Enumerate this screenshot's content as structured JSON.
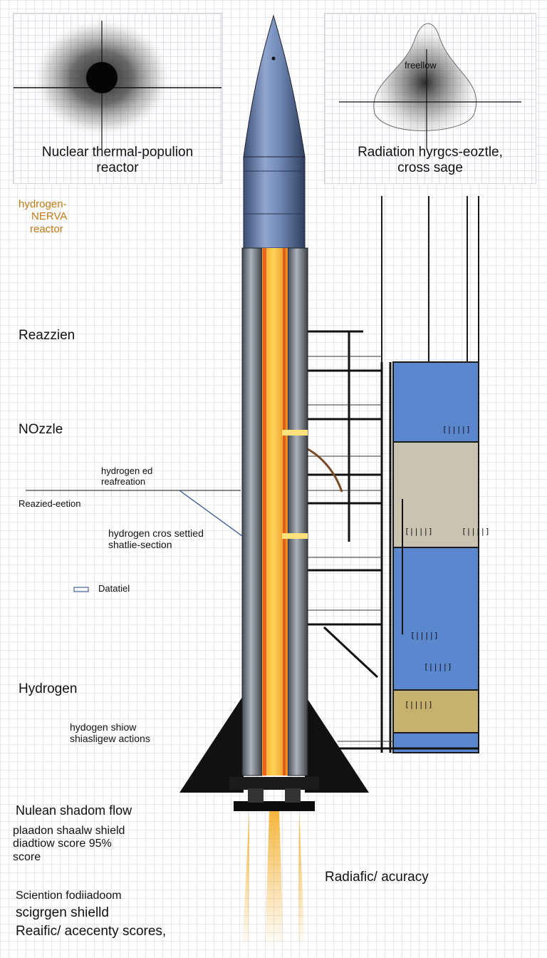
{
  "panels": {
    "reactor": {
      "caption_line1": "Nuclear thermal-populion",
      "caption_line2": "reactor"
    },
    "radiation": {
      "inner_label": "freellow",
      "caption_line1": "Radiation hyrgcs-eoztle,",
      "caption_line2": "cross sage"
    }
  },
  "labels": {
    "nerva_line1": "hydrogen-",
    "nerva_line2": "NERVA",
    "nerva_line3": "reactor",
    "reazzien": "Reazzien",
    "nozzle": "NOzzle",
    "hydrogened_line1": "hydrogen ed",
    "hydrogened_line2": "reafreation",
    "reazied_section": "Reazied-eetion",
    "cros_line1": "hydrogen cros settied",
    "cros_line2": "shatlie-section",
    "datatiel": "Datatiel",
    "hydrogen": "Hydrogen",
    "shiow_line1": "hydogen shiow",
    "shiow_line2": "shiasligew actions"
  },
  "footer": {
    "shadow_title": "Nulean shadom flow",
    "shadow_line1": "plaadon shaalw shield",
    "shadow_line2": "diadtiow score 95%",
    "shadow_line3": "score",
    "science_line1": "Sciention fodiiadoom",
    "science_line2": "scigrgen shielld",
    "science_line3": "Reaific/ acecenty scores,",
    "accuracy": "Radiafic/ acuracy"
  },
  "tower_plates": [
    "[||||]",
    "[||||]",
    "[||||]",
    "[||||]",
    "[||||]",
    "[||||]"
  ],
  "colors": {
    "rocket_body": "#6f87b5",
    "rocket_dark": "#3c4f74",
    "exhaust": "#f5b233",
    "exhaust_core": "#e8571f",
    "tank_blue": "#5b87cf",
    "tank_beige": "#c9c4b2",
    "tank_gold": "#b98d2a",
    "nerva_text": "#c27a14"
  }
}
